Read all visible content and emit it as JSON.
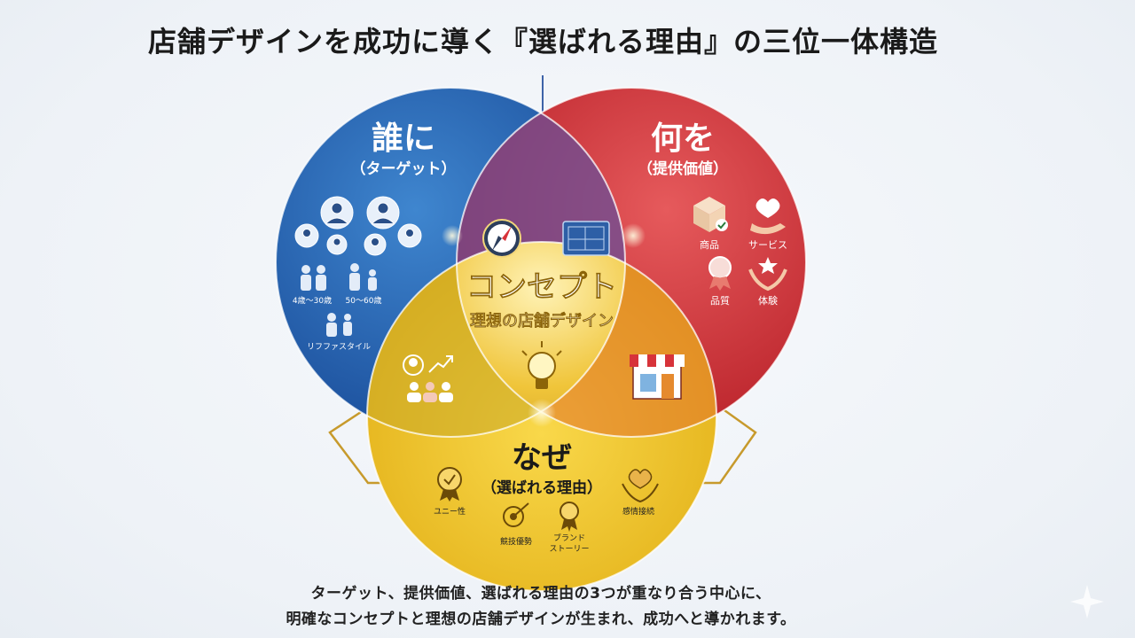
{
  "title": "店舗デザインを成功に導く『選ばれる理由』の三位一体構造",
  "circles": {
    "target": {
      "heading": "誰に",
      "sub": "（ターゲット）",
      "labels": [
        "4歳〜30歳",
        "50〜60歳",
        "リフファスタイル"
      ],
      "color": "#2a62b3"
    },
    "value": {
      "heading": "何を",
      "sub": "（提供価値）",
      "labels": [
        "商品",
        "サービス",
        "品質",
        "体験"
      ],
      "color": "#d7333a"
    },
    "reason": {
      "heading": "なぜ",
      "sub": "（選ばれる理由）",
      "labels": [
        "ユニー性",
        "感情接続",
        "競技優勢",
        "ブランド",
        "ストーリー"
      ],
      "color": "#f0c21e"
    }
  },
  "center": {
    "heading": "コンセプト",
    "sub": "理想の店舗デザイン",
    "color": "#d9a514"
  },
  "caption": {
    "line1": "ターゲット、提供価値、選ばれる理由の3つが重なり合う中心に、",
    "line2": "明確なコンセプトと理想の店舗デザインが生まれ、成功へと導かれます。"
  },
  "icons": [
    "person-icon",
    "family-icon",
    "compass-icon",
    "blueprint-icon",
    "lightbulb-icon",
    "box-icon",
    "hand-heart-icon",
    "medal-icon",
    "storefront-icon",
    "growth-icon"
  ]
}
